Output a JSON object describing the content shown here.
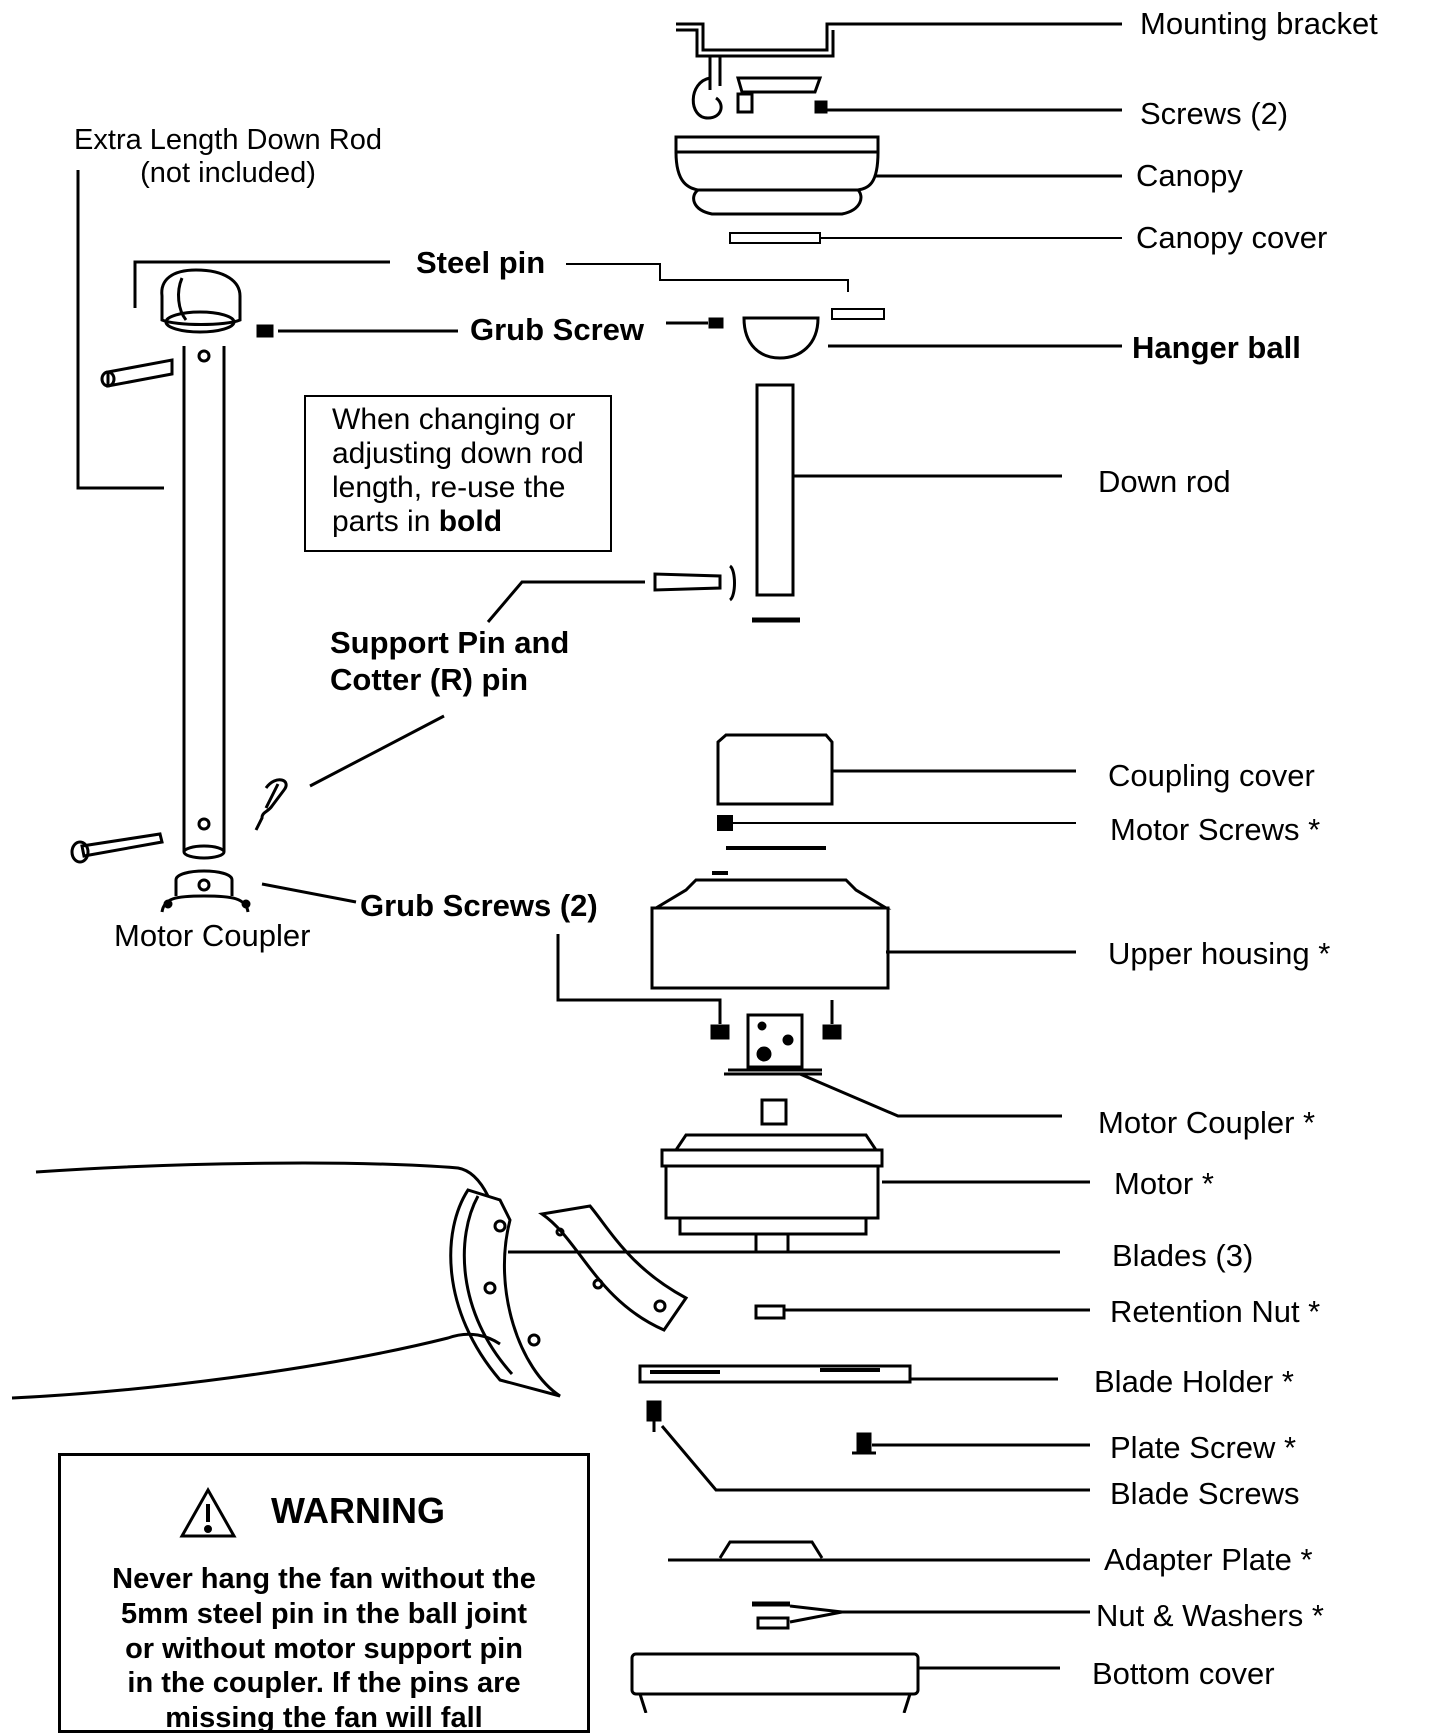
{
  "labels": {
    "mounting_bracket": "Mounting bracket",
    "screws_2": "Screws (2)",
    "canopy": "Canopy",
    "canopy_cover": "Canopy cover",
    "hanger_ball": "Hanger ball",
    "down_rod": "Down rod",
    "coupling_cover": "Coupling cover",
    "motor_screws": "Motor Screws *",
    "upper_housing": "Upper housing *",
    "motor_coupler_star": "Motor Coupler *",
    "motor": "Motor *",
    "blades_3": "Blades (3)",
    "retention_nut": "Retention Nut *",
    "blade_holder": "Blade Holder *",
    "plate_screw": "Plate Screw *",
    "blade_screws": "Blade Screws",
    "adapter_plate": "Adapter Plate *",
    "nut_washers": "Nut & Washers *",
    "bottom_cover": "Bottom cover",
    "steel_pin": "Steel pin",
    "grub_screw": "Grub Screw",
    "support_pin_line1": "Support Pin and",
    "support_pin_line2": "Cotter (R) pin",
    "grub_screws_2": "Grub Screws (2)",
    "motor_coupler": "Motor Coupler",
    "extra_rod_line1": "Extra Length Down Rod",
    "extra_rod_line2": "(not included)"
  },
  "note": {
    "line1": "When changing or",
    "line2": "adjusting down rod",
    "line3": "length, re-use the",
    "line4_prefix": "parts in ",
    "line4_bold": "bold"
  },
  "warning": {
    "title": "WARNING",
    "line1": "Never hang the fan without the",
    "line2": "5mm steel pin in the ball joint",
    "line3": "or without motor support pin",
    "line4": "in the coupler. If the pins are",
    "line5": "missing the fan will fall"
  },
  "icons": {
    "warning": "warning-triangle-icon"
  }
}
